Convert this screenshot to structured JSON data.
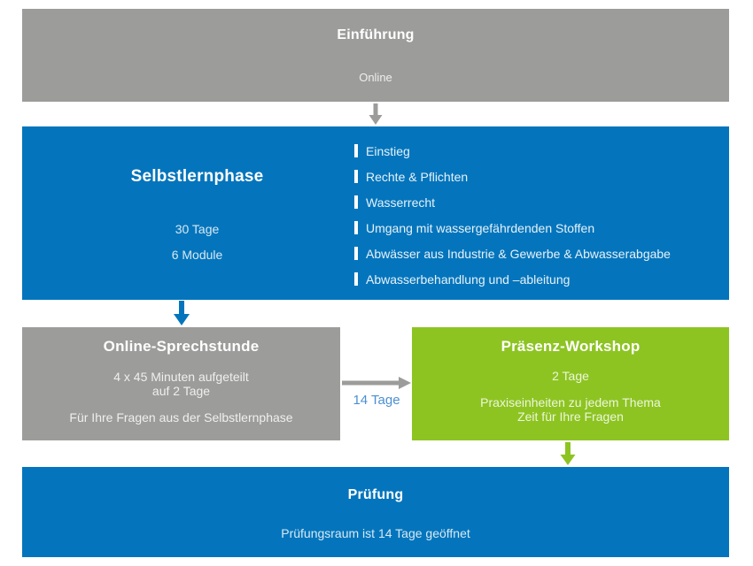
{
  "colors": {
    "gray": "#9c9c9a",
    "blue": "#0475bc",
    "green": "#8dc422",
    "label_blue": "#4a90d2"
  },
  "boxes": {
    "intro": {
      "title": "Einführung",
      "subtitle": "Online"
    },
    "selflearn": {
      "title": "Selbstlernphase",
      "duration": "30 Tage",
      "modules": "6 Module",
      "topics": [
        "Einstieg",
        "Rechte & Pflichten",
        "Wasserrecht",
        "Umgang mit wassergefährdenden Stoffen",
        "Abwässer aus Industrie & Gewerbe & Abwasserabgabe",
        "Abwasserbehandlung und –ableitung"
      ]
    },
    "consultation": {
      "title": "Online-Sprechstunde",
      "line1": "4 x 45 Minuten aufgeteilt",
      "line2": "auf 2 Tage",
      "line3": "Für Ihre Fragen aus der Selbstlernphase"
    },
    "workshop": {
      "title": "Präsenz-Workshop",
      "line1": "2 Tage",
      "line2": "Praxiseinheiten zu jedem Thema",
      "line3": "Zeit für Ihre Fragen"
    },
    "exam": {
      "title": "Prüfung",
      "subtitle": "Prüfungsraum ist 14 Tage geöffnet"
    }
  },
  "connectors": {
    "gap_label": "14 Tage"
  }
}
